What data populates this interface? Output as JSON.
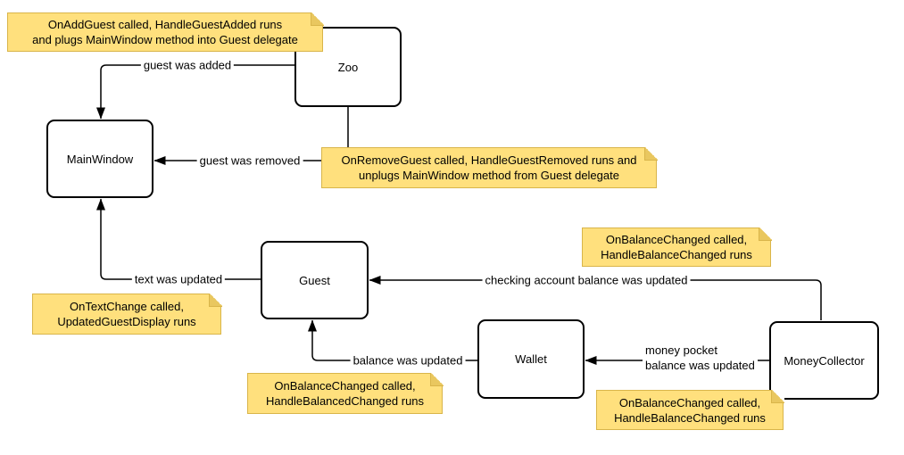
{
  "colors": {
    "canvas_bg": "#ffffff",
    "text": "#000000",
    "node_fill": "#ffffff",
    "node_border": "#000000",
    "connector": "#000000",
    "note_fill": "#ffe07d",
    "note_border": "#d9b54a",
    "note_fold": "#e9c75f"
  },
  "nodes": [
    {
      "id": "zoo",
      "label": "Zoo"
    },
    {
      "id": "main-window",
      "label": "MainWindow"
    },
    {
      "id": "guest",
      "label": "Guest"
    },
    {
      "id": "wallet",
      "label": "Wallet"
    },
    {
      "id": "money-collector",
      "label": "MoneyCollector"
    }
  ],
  "notes": [
    {
      "id": "on-add-guest",
      "lines": [
        "OnAddGuest called, HandleGuestAdded runs",
        "and plugs MainWindow method into Guest delegate"
      ]
    },
    {
      "id": "on-remove-guest",
      "lines": [
        "OnRemoveGuest called, HandleGuestRemoved runs and",
        "unplugs MainWindow method from Guest delegate"
      ]
    },
    {
      "id": "on-text-change",
      "lines": [
        "OnTextChange called,",
        "UpdatedGuestDisplay runs"
      ]
    },
    {
      "id": "on-balance-changed-checking",
      "lines": [
        "OnBalanceChanged called,",
        "HandleBalanceChanged runs"
      ]
    },
    {
      "id": "on-balance-changed-wallet",
      "lines": [
        "OnBalanceChanged called,",
        "HandleBalancedChanged runs"
      ]
    },
    {
      "id": "on-balance-changed-money-pocket",
      "lines": [
        "OnBalanceChanged called,",
        "HandleBalanceChanged runs"
      ]
    }
  ],
  "edges": [
    {
      "from": "zoo",
      "to": "main-window",
      "label": "guest was added"
    },
    {
      "from": "on-remove-guest-note",
      "to": "main-window",
      "label": "guest was removed"
    },
    {
      "from": "guest",
      "to": "main-window",
      "label": "text was updated"
    },
    {
      "from": "money-collector",
      "to": "guest",
      "label": "checking account balance was updated"
    },
    {
      "from": "wallet",
      "to": "guest",
      "label": "balance was updated"
    },
    {
      "from": "money-collector",
      "to": "wallet",
      "label_lines": [
        "money pocket",
        "balance was updated"
      ]
    },
    {
      "from": "zoo",
      "to": "on-remove-guest-note",
      "label": ""
    }
  ]
}
